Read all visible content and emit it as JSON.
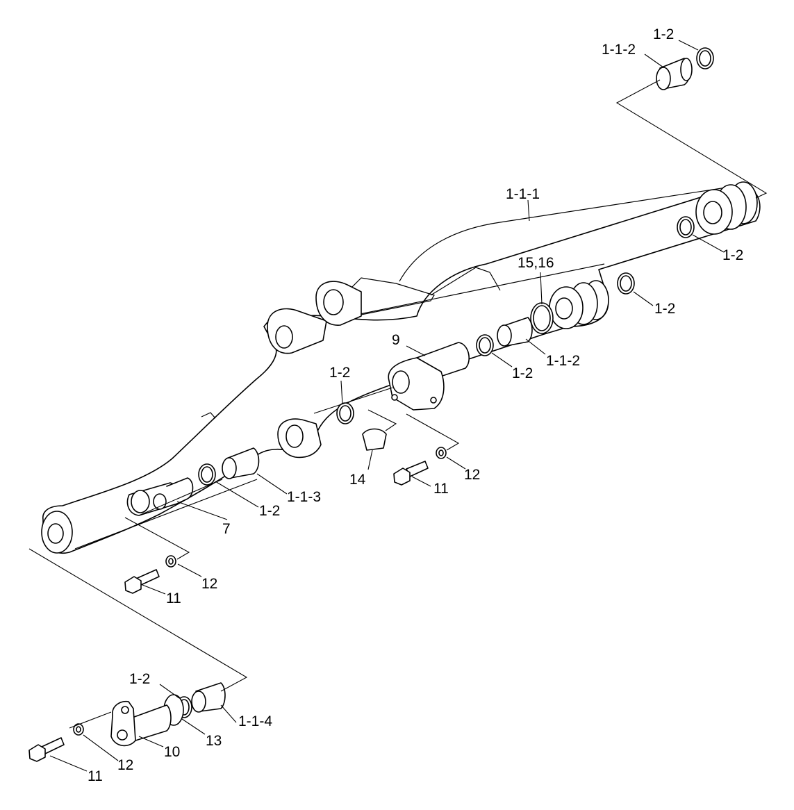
{
  "callouts": {
    "top_1_2": "1-2",
    "top_1_1_2": "1-1-2",
    "arm_1_1_1": "1-1-1",
    "right_1_2_a": "1-2",
    "right_1_2_b": "1-2",
    "seal_15_16": "15,16",
    "pin_9": "9",
    "mid_1_2_c": "1-2",
    "mid_1_1_2": "1-1-2",
    "mid_1_2_d": "1-2",
    "cap_14": "14",
    "bolt_11_a": "11",
    "washer_12_a": "12",
    "bush_1_1_3": "1-1-3",
    "ring_1_2_e": "1-2",
    "pin_7": "7",
    "washer_12_b": "12",
    "bolt_11_b": "11",
    "ring_1_2_f": "1-2",
    "bush_1_1_4": "1-1-4",
    "shim_13": "13",
    "pin_10": "10",
    "washer_12_c": "12",
    "bolt_11_c": "11"
  }
}
